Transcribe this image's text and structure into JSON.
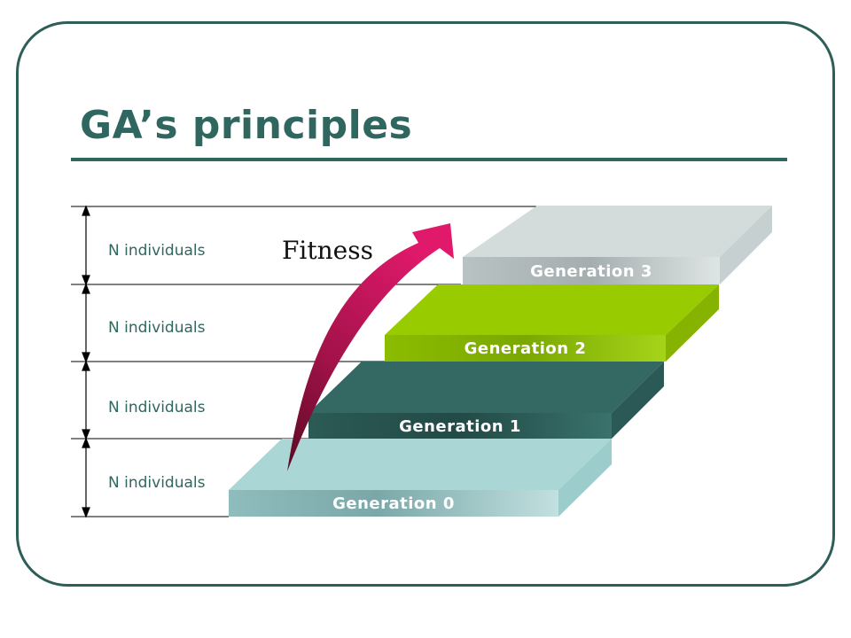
{
  "slide": {
    "title": "GA’s principles",
    "row_labels": [
      "N individuals",
      "N individuals",
      "N individuals",
      "N individuals"
    ],
    "generations": [
      "Generation 3",
      "Generation 2",
      "Generation 1",
      "Generation 0"
    ],
    "arrow_label": "Fitness"
  },
  "colors": {
    "frame": "#2f5e58",
    "title": "#2f6760",
    "generation_0": "#a8d5d4",
    "generation_1": "#336863",
    "generation_2": "#99cc00",
    "generation_3": "#d3dbdb",
    "fitness_arrow": "#c8175a"
  }
}
